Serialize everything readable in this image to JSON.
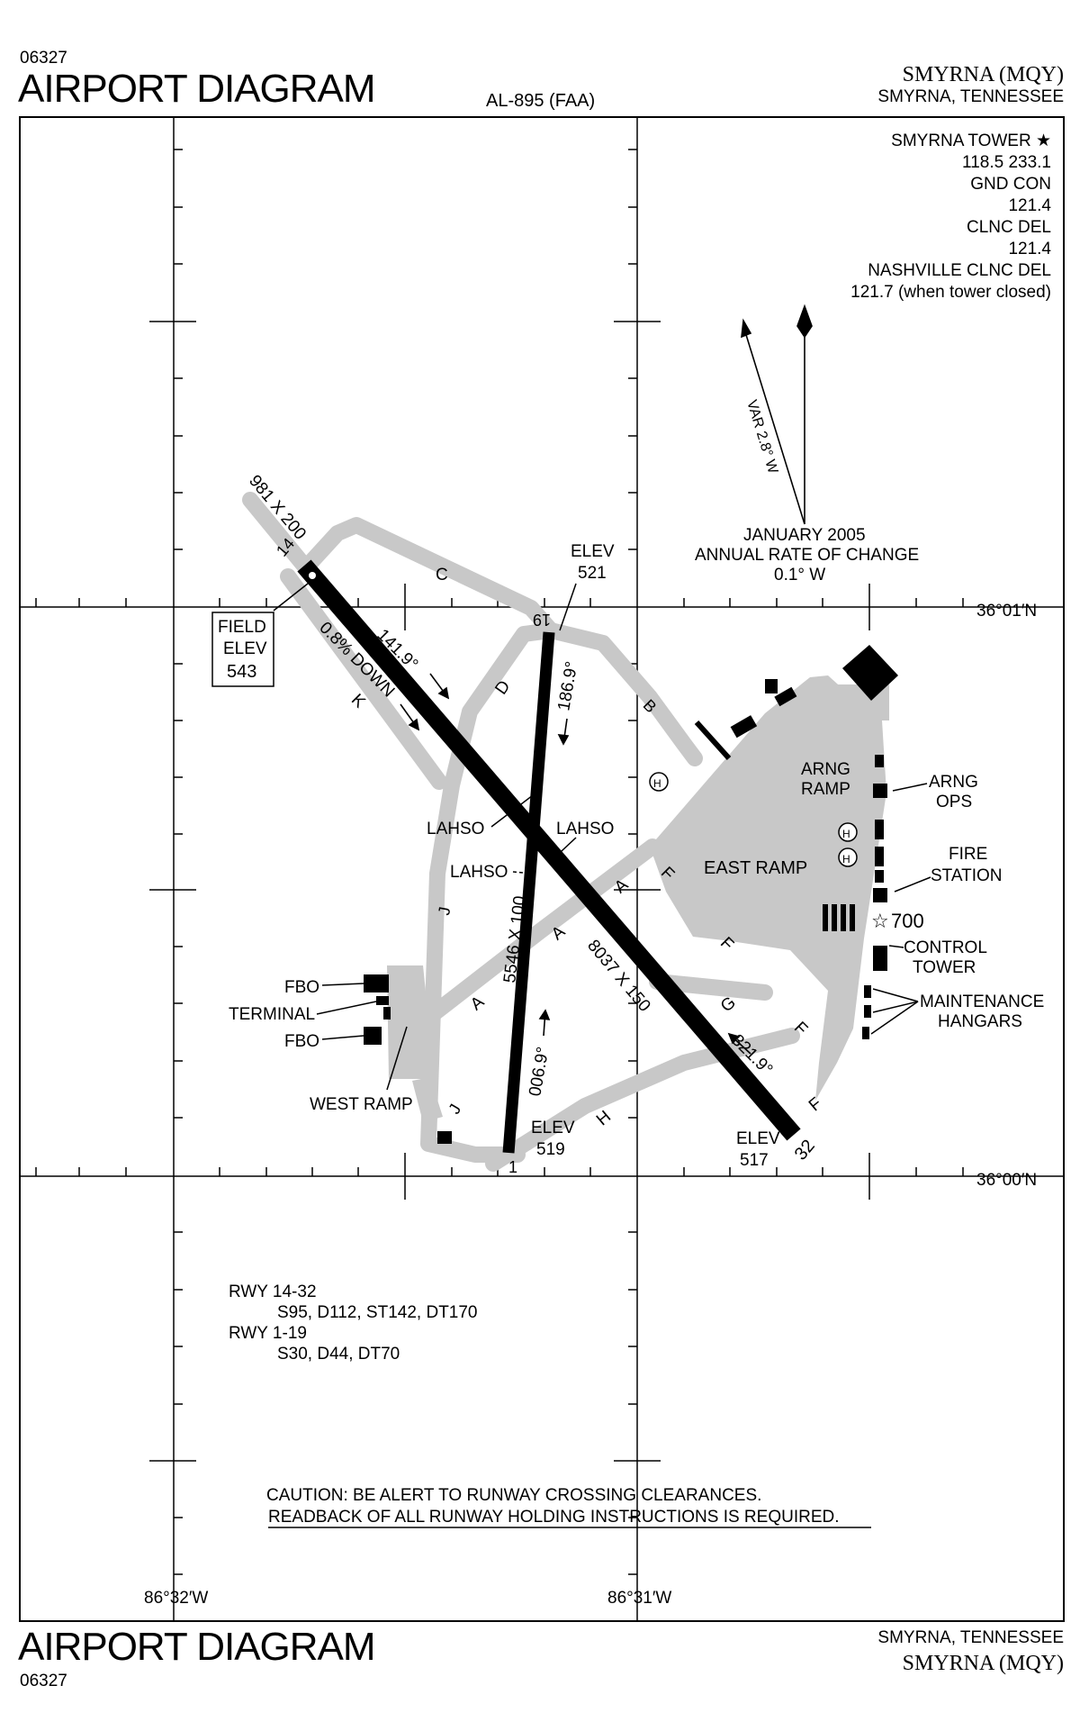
{
  "header": {
    "chart_number": "06327",
    "title": "AIRPORT DIAGRAM",
    "chart_id": "AL-895 (FAA)",
    "airport": "SMYRNA (MQY)",
    "location": "SMYRNA, TENNESSEE"
  },
  "footer": {
    "title": "AIRPORT DIAGRAM",
    "chart_number": "06327",
    "location": "SMYRNA, TENNESSEE",
    "airport": "SMYRNA (MQY)"
  },
  "comms": {
    "tower": "SMYRNA TOWER ★",
    "tower_freq": "118.5 233.1",
    "gnd_label": "GND CON",
    "gnd_freq": "121.4",
    "clnc_label": "CLNC DEL",
    "clnc_freq": "121.4",
    "nash_label": "NASHVILLE CLNC DEL",
    "nash_freq": "121.7 (when tower closed)"
  },
  "magvar": {
    "var": "VAR 2.8° W",
    "date": "JANUARY 2005",
    "rate_label": "ANNUAL RATE OF CHANGE",
    "rate": "0.1°  W"
  },
  "grid": {
    "lat_top": "36°01′N",
    "lat_bottom": "36°00′N",
    "lon_left": "86°32′W",
    "lon_right": "86°31′W"
  },
  "runways": {
    "rwy14_label": "14",
    "rwy32_label": "32",
    "rwy1_label": "1",
    "rwy19_label": "19",
    "dim_14_32": "8037 X 150",
    "dim_1_19": "5546 X 100",
    "hdg_141": "141.9°",
    "hdg_321": "321.9°",
    "hdg_186": "186.9°",
    "hdg_006": "006.9°",
    "overrun": "981 X 200",
    "slope": "0.8% DOWN",
    "elev_19_label": "ELEV",
    "elev_19": "521",
    "elev_1_label": "ELEV",
    "elev_1": "519",
    "elev_32_label": "ELEV",
    "elev_32": "517",
    "lahso": "LAHSO"
  },
  "field_elev": {
    "l1": "FIELD",
    "l2": "ELEV",
    "l3": "543"
  },
  "taxiways": {
    "a": "A",
    "b": "B",
    "c": "C",
    "d": "D",
    "f": "F",
    "g": "G",
    "h": "H",
    "j": "J",
    "k": "K"
  },
  "facilities": {
    "east_ramp": "EAST RAMP",
    "arng_ramp_1": "ARNG",
    "arng_ramp_2": "RAMP",
    "arng_ops_1": "ARNG",
    "arng_ops_2": "OPS",
    "fire_1": "FIRE",
    "fire_2": "STATION",
    "tower_elev": "700",
    "ctrl_1": "CONTROL",
    "ctrl_2": "TOWER",
    "maint_1": "MAINTENANCE",
    "maint_2": "HANGARS",
    "fbo": "FBO",
    "terminal": "TERMINAL",
    "west_ramp": "WEST RAMP",
    "heli": "H"
  },
  "strength": {
    "rwy_a": "RWY 14-32",
    "rwy_a_data": "S95, D112, ST142, DT170",
    "rwy_b": "RWY 1-19",
    "rwy_b_data": "S30, D44, DT70"
  },
  "caution": {
    "line1": "CAUTION: BE ALERT TO RUNWAY CROSSING CLEARANCES.",
    "line2": "READBACK OF ALL RUNWAY HOLDING INSTRUCTIONS IS REQUIRED."
  }
}
